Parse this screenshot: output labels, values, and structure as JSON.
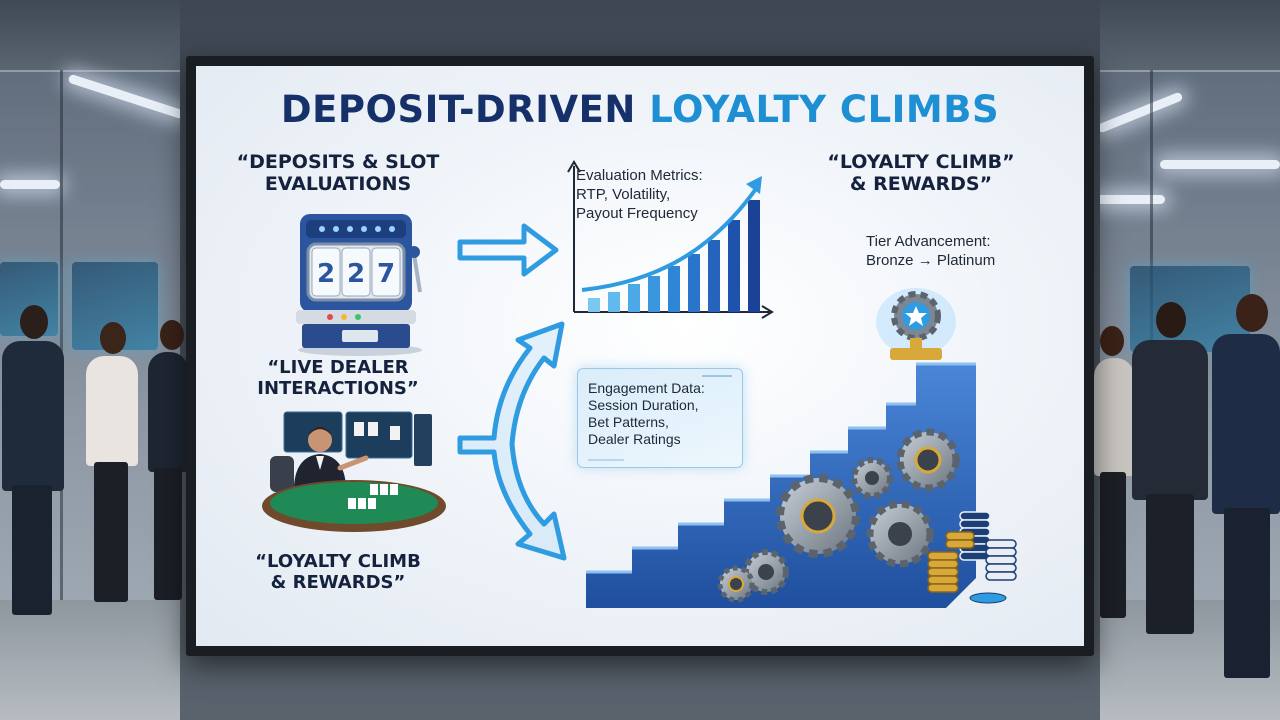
{
  "title": {
    "part1": "DEPOSIT-DRIVEN",
    "part2": "LOYALTY CLIMBS"
  },
  "labels": {
    "deposits": [
      "“DEPOSITS & SLOT",
      "EVALUATIONS"
    ],
    "live_dealer": [
      "“LIVE DEALER",
      "INTERACTIONS”"
    ],
    "loyalty_left": [
      "“LOYALTY CLIMB",
      "& REWARDS”"
    ],
    "loyalty_right": [
      "“LOYALTY CLIMB”",
      "& REWARDS”"
    ]
  },
  "evaluation": {
    "heading": "Evaluation Metrics:",
    "lines": [
      "RTP, Volatility,",
      "Payout Frequency"
    ]
  },
  "engagement": {
    "heading": "Engagement Data:",
    "lines": [
      "Session Duration,",
      "Bet Patterns,",
      "Dealer Ratings"
    ]
  },
  "tier": {
    "heading": "Tier Advancement:",
    "line": "Bronze → Platinum"
  },
  "slot_reels": [
    "2",
    "2",
    "7"
  ],
  "colors": {
    "navy": "#16316a",
    "accent_blue": "#1d8fd2",
    "arrow_blue": "#2f9be0",
    "stair_blue": "#2e63b6",
    "gear_gray": "#8a929c",
    "gold": "#d8a93a"
  },
  "icons": [
    "slot-machine-icon",
    "live-dealer-icon",
    "growth-chart-icon",
    "curved-arrow-icon",
    "staircase-icon",
    "gear-icon",
    "trophy-badge-icon",
    "chip-stack-icon"
  ]
}
